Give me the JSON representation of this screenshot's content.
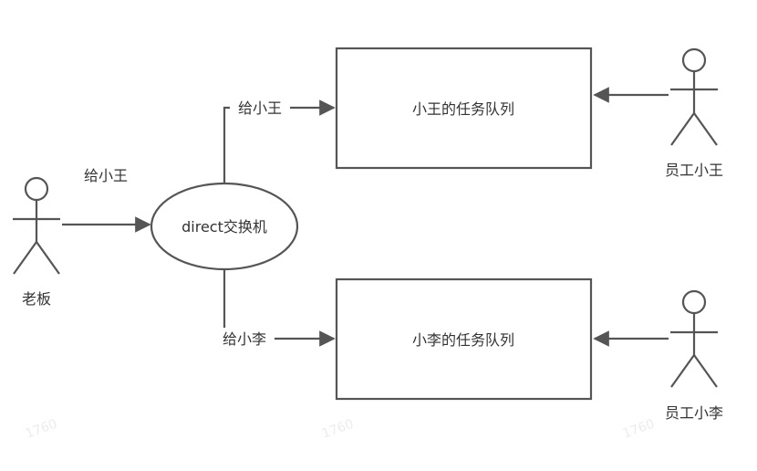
{
  "diagram": {
    "boss": {
      "label": "老板"
    },
    "boss_message": {
      "label": "给小王"
    },
    "exchange": {
      "label": "direct交换机"
    },
    "route_wang": {
      "label": "给小王"
    },
    "route_li": {
      "label": "给小李"
    },
    "queue_wang": {
      "label": "小王的任务队列"
    },
    "queue_li": {
      "label": "小李的任务队列"
    },
    "worker_wang": {
      "label": "员工小王"
    },
    "worker_li": {
      "label": "员工小李"
    }
  },
  "colors": {
    "line": "#555555",
    "text": "#333333",
    "background": "#ffffff"
  }
}
